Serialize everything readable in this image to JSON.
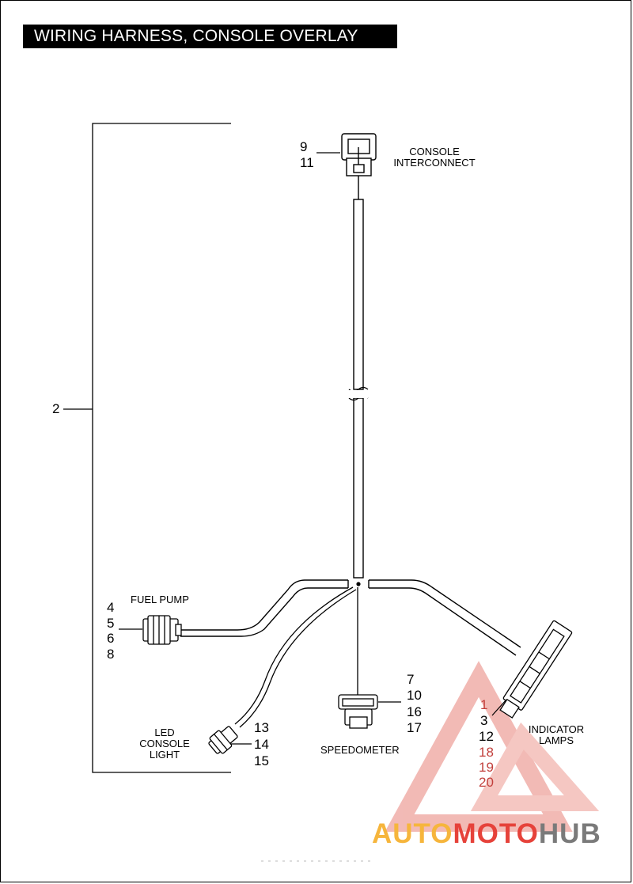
{
  "title": "WIRING HARNESS, CONSOLE OVERLAY",
  "callouts": {
    "harness": "2",
    "console_interconnect": [
      "9",
      "11"
    ],
    "fuel_pump": [
      "4",
      "5",
      "6",
      "8"
    ],
    "led_console_light": [
      "13",
      "14",
      "15"
    ],
    "speedometer": [
      "7",
      "10",
      "16",
      "17"
    ],
    "indicator_lamps": [
      "1",
      "3",
      "12",
      "18",
      "19",
      "20"
    ]
  },
  "labels": {
    "console_interconnect": [
      "CONSOLE",
      "INTERCONNECT"
    ],
    "fuel_pump": "FUEL PUMP",
    "led_console_light": [
      "LED",
      "CONSOLE",
      "LIGHT"
    ],
    "speedometer": "SPEEDOMETER",
    "indicator_lamps": [
      "INDICATOR",
      "LAMPS"
    ]
  },
  "watermark": {
    "part1": "AUTO",
    "part2": "MOTO",
    "part3": "HUB",
    "colors": {
      "orange": "#f6b53c",
      "red": "#e6423a",
      "gray": "#7a7a7a"
    }
  }
}
